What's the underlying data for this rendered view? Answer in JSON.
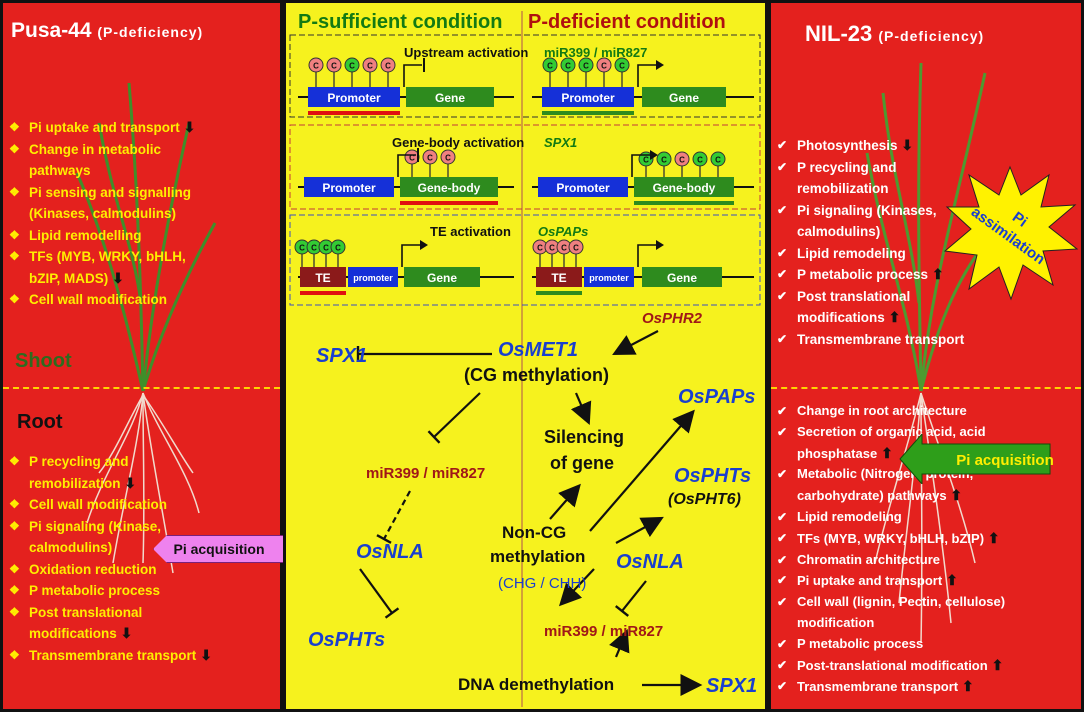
{
  "left": {
    "title": "Pusa-44",
    "condition": "(P-deficiency)",
    "shoot_label": "Shoot",
    "root_label": "Root",
    "shoot_items": [
      {
        "text": "Pi uptake and transport",
        "arrow": "down"
      },
      {
        "text": "Change in metabolic pathways",
        "arrow": ""
      },
      {
        "text": "Pi sensing and signalling (Kinases, calmodulins)",
        "arrow": ""
      },
      {
        "text": "Lipid remodelling",
        "arrow": ""
      },
      {
        "text": "TFs (MYB, WRKY, bHLH, bZIP, MADS)",
        "arrow": "down"
      },
      {
        "text": "Cell wall modification",
        "arrow": ""
      }
    ],
    "root_items": [
      {
        "text": "P recycling and remobilization",
        "arrow": "down"
      },
      {
        "text": "Cell wall modification",
        "arrow": ""
      },
      {
        "text": "Pi signaling (Kinase, calmodulins)",
        "arrow": ""
      },
      {
        "text": "Oxidation reduction",
        "arrow": ""
      },
      {
        "text": "P metabolic process",
        "arrow": ""
      },
      {
        "text": "Post translational modifications",
        "arrow": "down"
      },
      {
        "text": "Transmembrane transport",
        "arrow": "down"
      }
    ],
    "callout": "Pi acquisition"
  },
  "right": {
    "title": "NIL-23",
    "condition": "(P-deficiency)",
    "shoot_items": [
      {
        "text": "Photosynthesis",
        "arrow": "down"
      },
      {
        "text": "P recycling and remobilization",
        "arrow": ""
      },
      {
        "text": "Pi signaling (Kinases, calmodulins)",
        "arrow": ""
      },
      {
        "text": "Lipid remodeling",
        "arrow": ""
      },
      {
        "text": "P metabolic process",
        "arrow": "up"
      },
      {
        "text": "Post translational modifications",
        "arrow": "up"
      },
      {
        "text": "Transmembrane transport",
        "arrow": ""
      }
    ],
    "root_items": [
      {
        "text": "Change in root architecture",
        "arrow": ""
      },
      {
        "text": "Secretion of organic acid, acid phosphatase",
        "arrow": "up"
      },
      {
        "text": "Metabolic (Nitrogen, protein, carbohydrate) pathways",
        "arrow": "up"
      },
      {
        "text": "Lipid remodeling",
        "arrow": ""
      },
      {
        "text": "TFs (MYB, WRKY, bHLH, bZIP)",
        "arrow": "up"
      },
      {
        "text": "Chromatin architecture",
        "arrow": ""
      },
      {
        "text": "Pi uptake and transport",
        "arrow": "up"
      },
      {
        "text": "Cell wall (lignin, Pectin, cellulose) modification",
        "arrow": ""
      },
      {
        "text": "P metabolic process",
        "arrow": ""
      },
      {
        "text": "Post-translational modification",
        "arrow": "up"
      },
      {
        "text": "Transmembrane transport",
        "arrow": "up"
      }
    ],
    "burst_line1": "Pi",
    "burst_line2": "assimilation",
    "callout": "Pi acquisition"
  },
  "middle": {
    "header_left": "P-sufficient condition",
    "header_right": "P-deficient condition",
    "boxes": [
      {
        "title": "Upstream activation",
        "gene_right": "miR399 / miR827",
        "promoter": "Promoter",
        "gene": "Gene"
      },
      {
        "title": "Gene-body activation",
        "gene_right": "SPX1",
        "promoter": "Promoter",
        "gene": "Gene-body"
      },
      {
        "title": "TE activation",
        "gene_right": "OsPAPs",
        "te": "TE",
        "promoter": "promoter",
        "gene": "Gene"
      }
    ],
    "methyl_mark": "C",
    "network": {
      "osphr2": "OsPHR2",
      "spx1_top": "SPX1",
      "osmet1": "OsMET1",
      "cg": "(CG methylation)",
      "silencing1": "Silencing",
      "silencing2": "of gene",
      "ospaps": "OsPAPs",
      "mir_left": "miR399 / miR827",
      "osnla_left": "OsNLA",
      "osphts_left": "OsPHTs",
      "noncg1": "Non-CG",
      "noncg2": "methylation",
      "chgchh": "(CHG / CHH)",
      "osphts_right": "OsPHTs",
      "ospht6": "(OsPHT6)",
      "osnla_right": "OsNLA",
      "mir_right": "miR399 / miR827",
      "dna_demeth": "DNA demethylation",
      "spx1_bottom": "SPX1"
    }
  },
  "colors": {
    "panel_red": "#e4211e",
    "panel_yellow": "#f6f21e",
    "promoter_blue": "#1530d8",
    "gene_green": "#2e8b1e",
    "te_maroon": "#8b1a1a",
    "methyl_pink": "#f08080",
    "unmethyl_green": "#33cc33",
    "callout_pink": "#ee82ee",
    "callout_green": "#2e9e1a"
  }
}
